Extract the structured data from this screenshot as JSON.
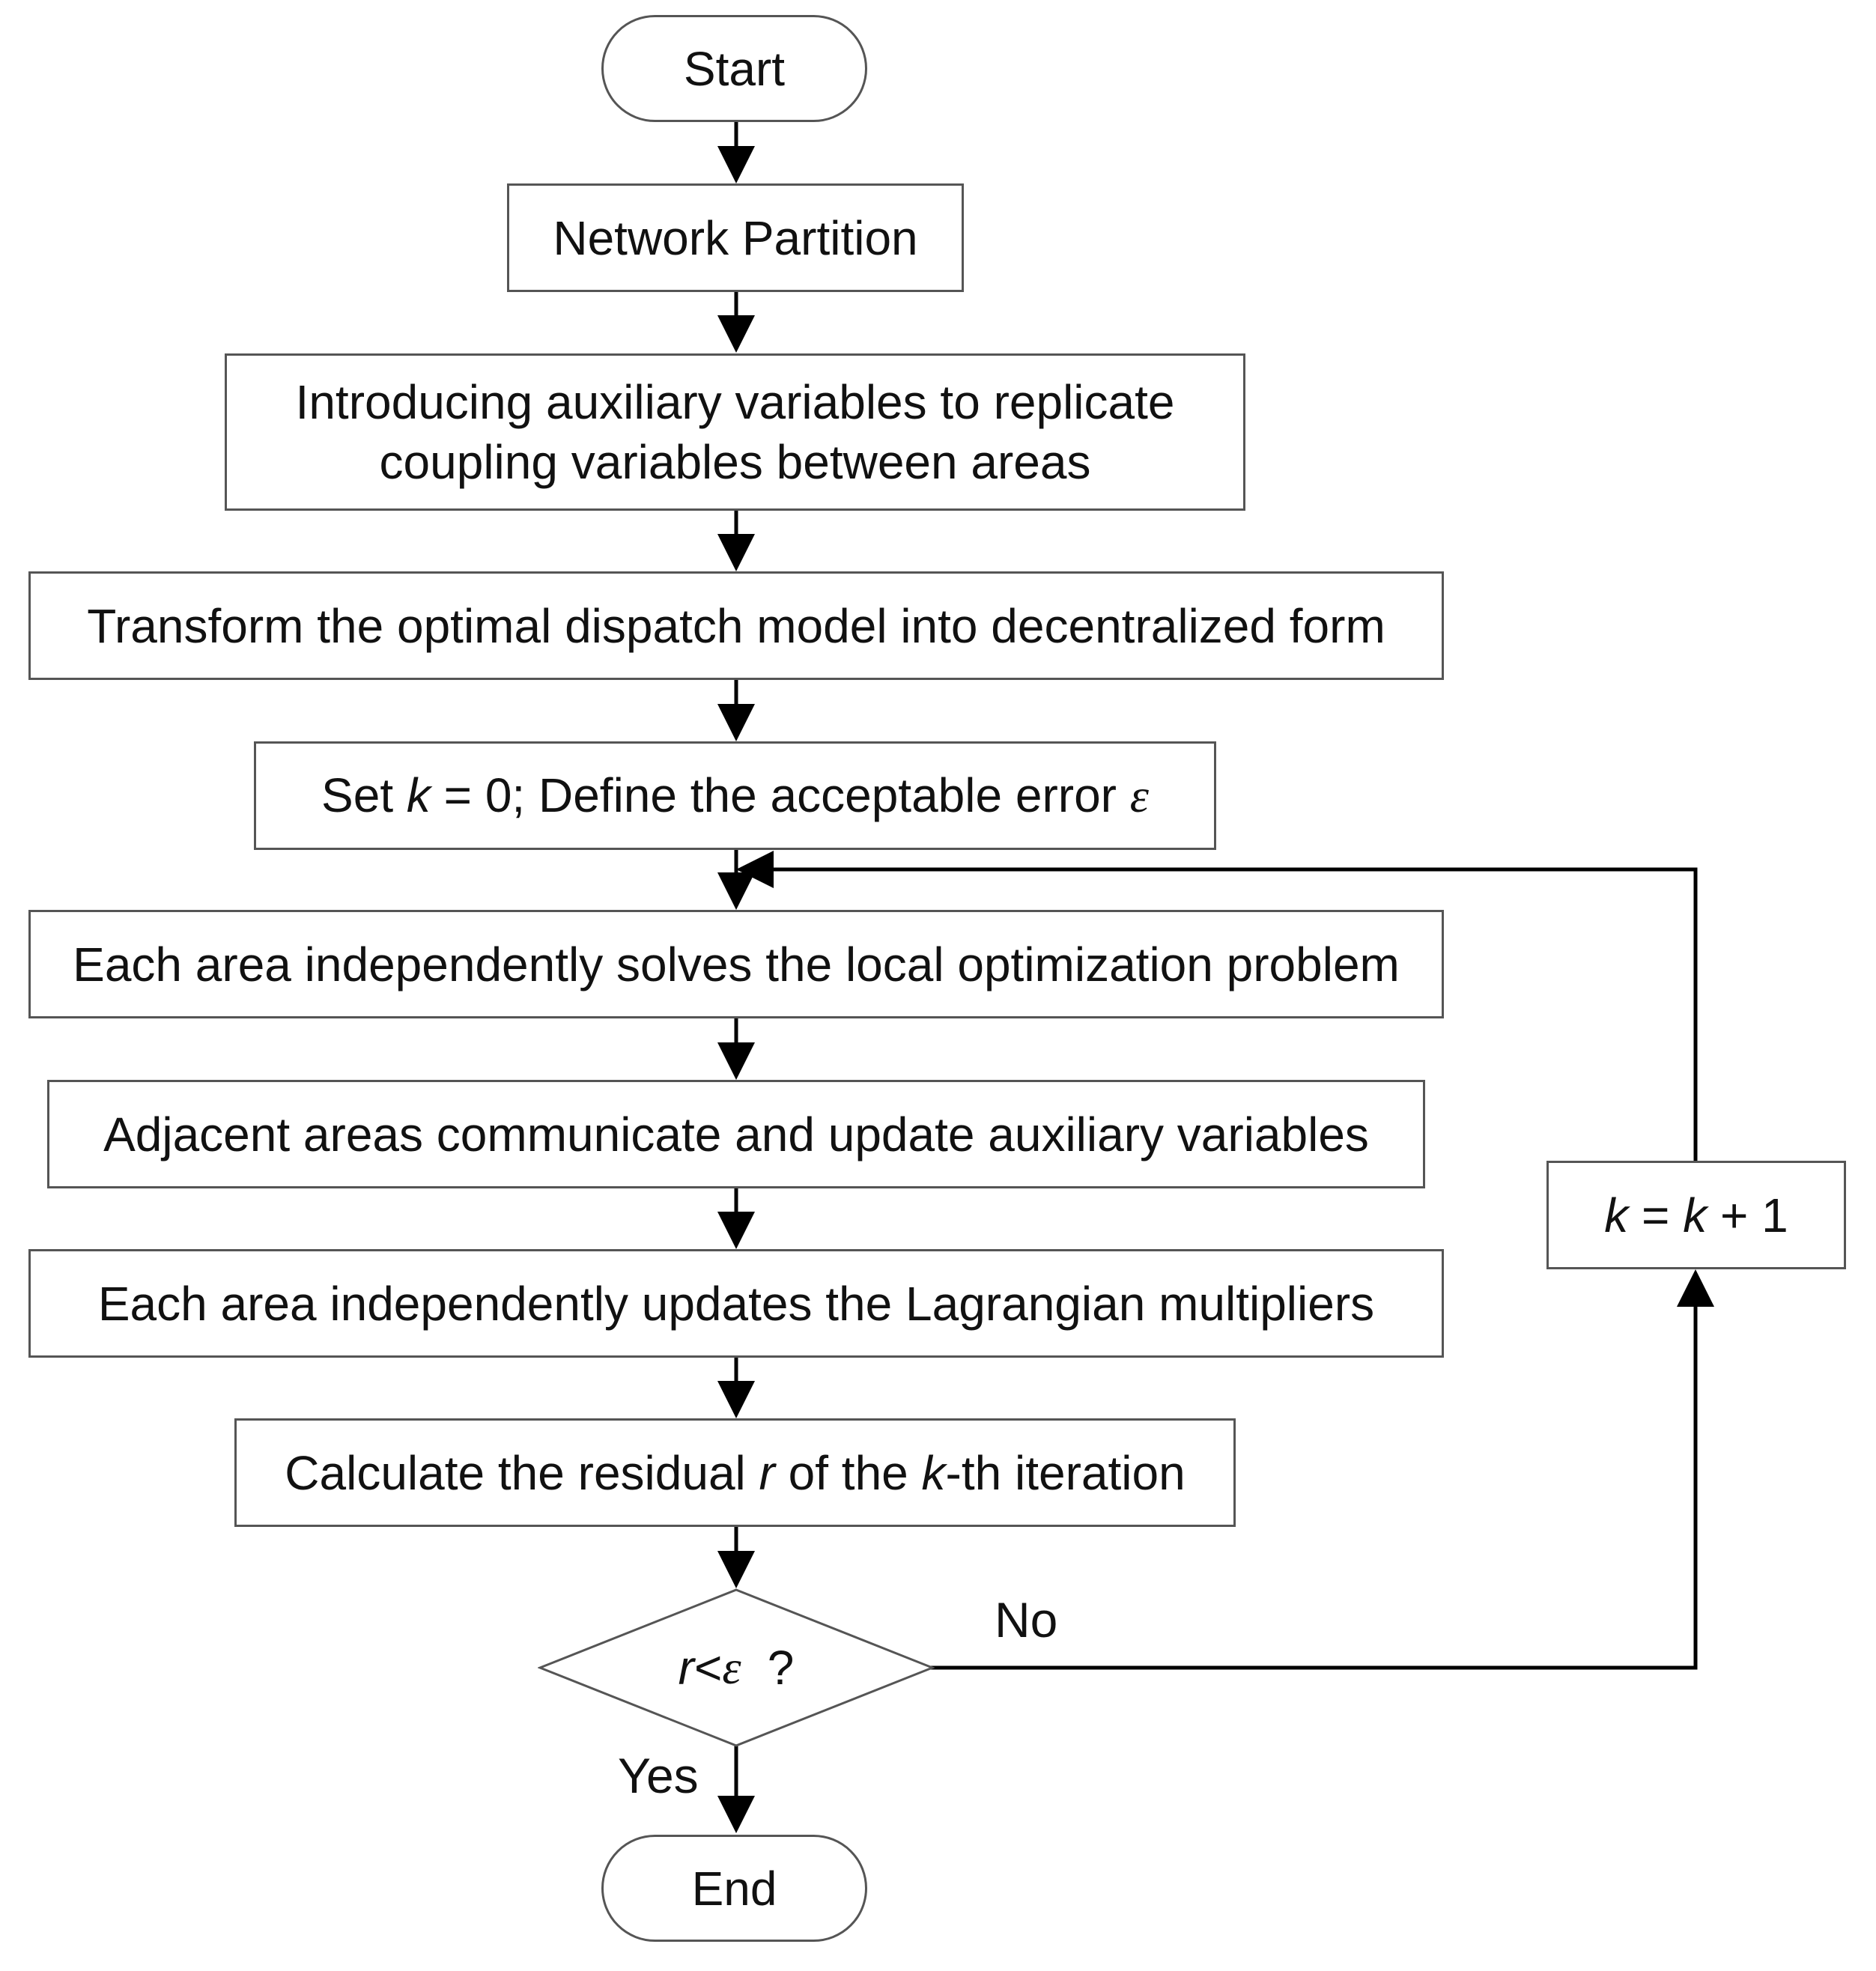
{
  "diagram": {
    "start": "Start",
    "end": "End",
    "steps": {
      "network_partition": "Network Partition",
      "introduce_aux_line1": "Introducing auxiliary variables to replicate",
      "introduce_aux_line2": "coupling variables between areas",
      "transform_model": "Transform the optimal dispatch model into decentralized form",
      "set_k_prefix": "Set ",
      "set_k_var": "k",
      "set_k_mid": " = 0; Define the acceptable error ",
      "set_k_eps": "ε",
      "solve_local": "Each area independently solves the local optimization problem",
      "communicate_update": "Adjacent areas communicate and update auxiliary variables",
      "update_multipliers": "Each area independently updates the Lagrangian multipliers",
      "calc_residual_a": "Calculate the residual ",
      "calc_residual_r": "r",
      "calc_residual_b": " of the ",
      "calc_residual_k": "k",
      "calc_residual_c": "-th iteration",
      "increment_k1": "k",
      "increment_mid": " = ",
      "increment_k2": "k",
      "increment_tail": " + 1"
    },
    "decision": {
      "r": "r",
      "lt": " < ",
      "eps": "ε",
      "q": "?"
    },
    "labels": {
      "yes": "Yes",
      "no": "No"
    }
  }
}
